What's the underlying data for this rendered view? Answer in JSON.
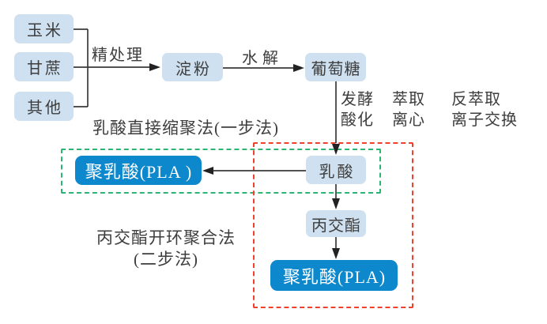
{
  "colors": {
    "node_fill": "#cfe1f1",
    "highlight_fill": "#0e88cc",
    "green_dash": "#2bb573",
    "red_dash": "#f1402e",
    "line": "#3a3a3a",
    "text": "#3d3d3d"
  },
  "sources": [
    {
      "label": "玉米"
    },
    {
      "label": "甘蔗"
    },
    {
      "label": "其他"
    }
  ],
  "nodes": {
    "starch": "淀粉",
    "glucose": "葡萄糖",
    "lactic_acid": "乳酸",
    "lactide": "丙交酯",
    "pla_direct": "聚乳酸(PLA )",
    "pla_two_step": "聚乳酸(PLA)"
  },
  "edge_labels": {
    "refining": "精处理",
    "hydrolysis": "水解"
  },
  "step_columns": [
    {
      "top": "发酵",
      "bottom": "酸化"
    },
    {
      "top": "萃取",
      "bottom": "离心"
    },
    {
      "top": "反萃取",
      "bottom": "离子交换"
    }
  ],
  "method_labels": {
    "one_step": "乳酸直接缩聚法(一步法)",
    "two_step_line1": "丙交酯开环聚合法",
    "two_step_line2": "(二步法)"
  }
}
